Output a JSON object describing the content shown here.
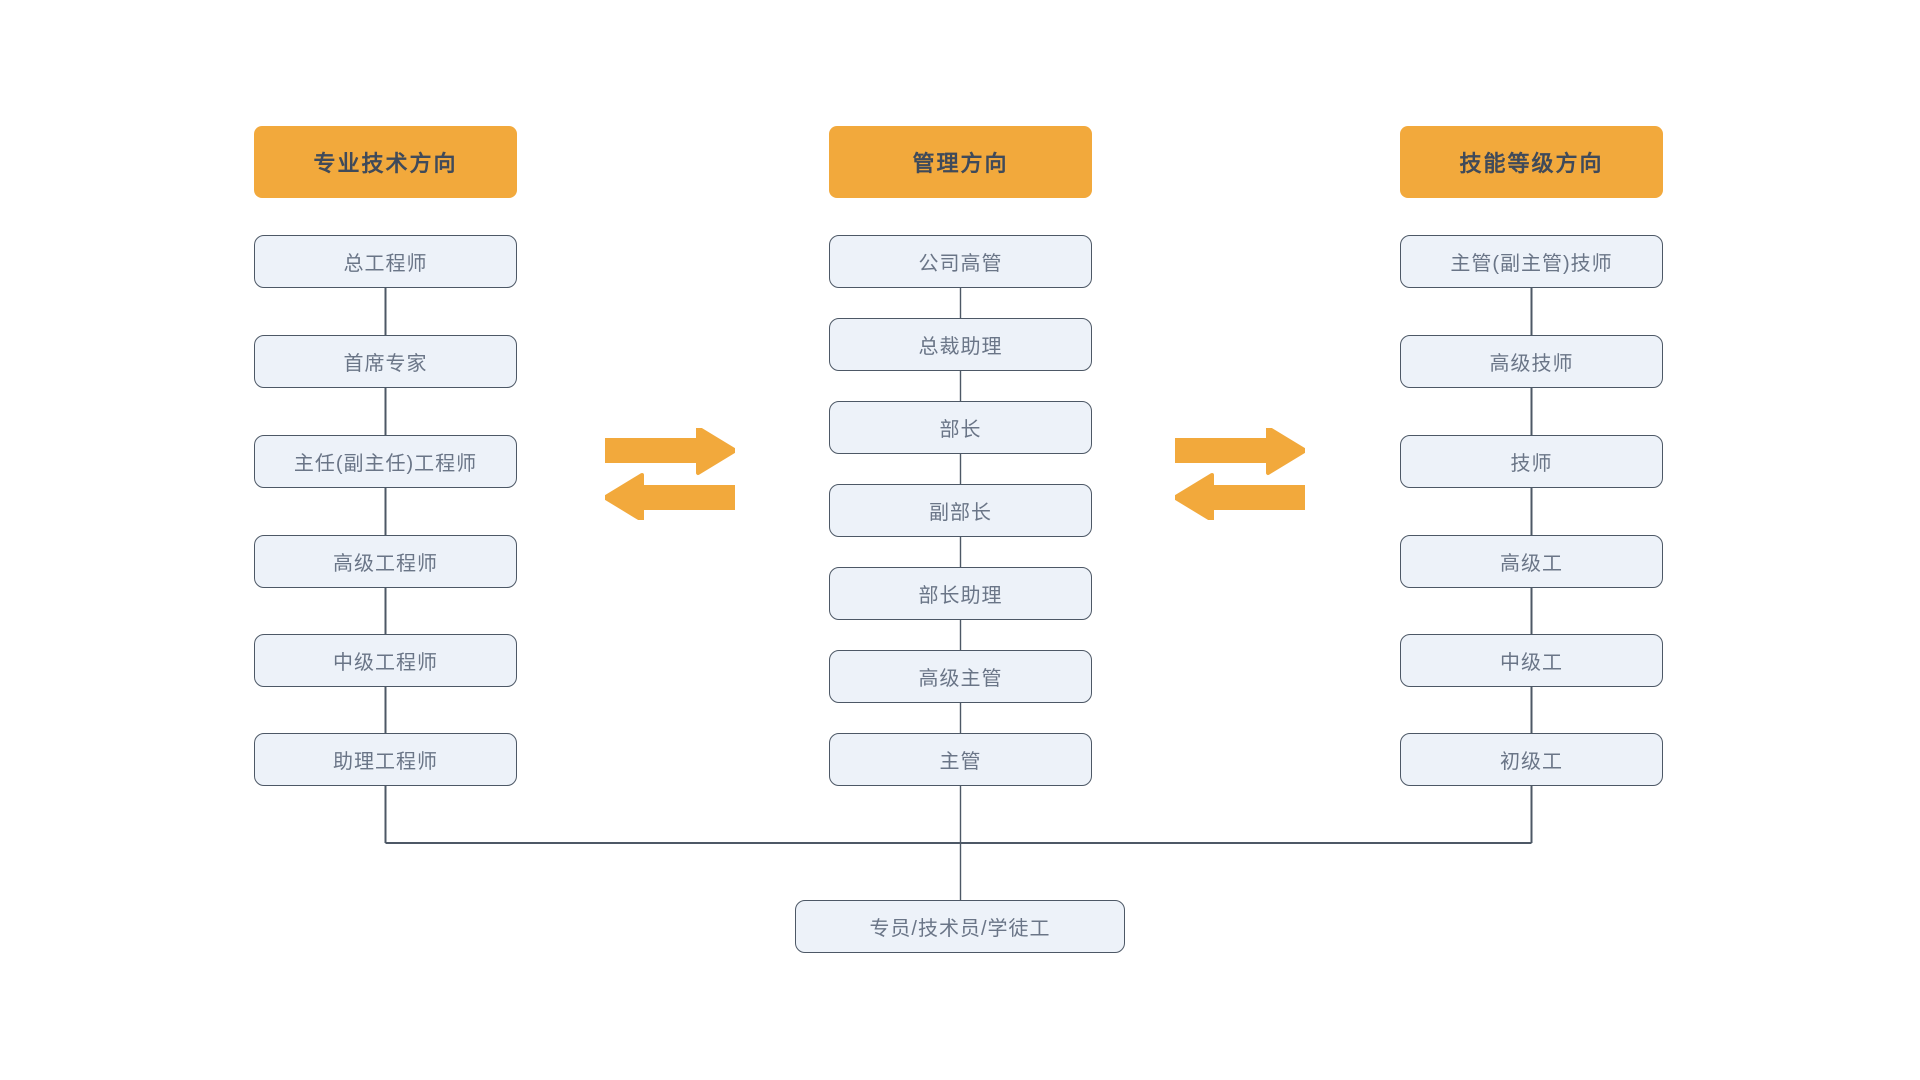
{
  "diagram": {
    "title_hint": "career-ladder-dual-path",
    "columns": [
      {
        "header": "专业技术方向",
        "items": [
          "总工程师",
          "首席专家",
          "主任(副主任)工程师",
          "高级工程师",
          "中级工程师",
          "助理工程师"
        ]
      },
      {
        "header": "管理方向",
        "items": [
          "公司高管",
          "总裁助理",
          "部长",
          "副部长",
          "部长助理",
          "高级主管",
          "主管"
        ]
      },
      {
        "header": "技能等级方向",
        "items": [
          "主管(副主管)技师",
          "高级技师",
          "技师",
          "高级工",
          "中级工",
          "初级工"
        ]
      }
    ],
    "base": "专员/技术员/学徒工",
    "colors": {
      "accent_orange": "#F2A93C",
      "box_fill": "#EDF2F9",
      "box_border": "#4D5866",
      "line_color": "#4D5866",
      "header_text": "#3F4A5A",
      "box_text": "#6A7587"
    }
  }
}
